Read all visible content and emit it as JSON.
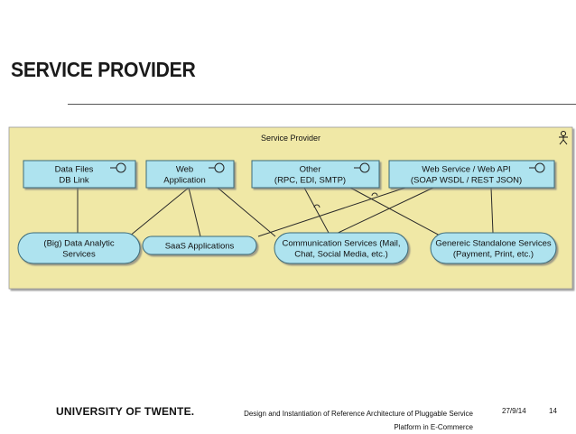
{
  "slide": {
    "title": "SERVICE PROVIDER"
  },
  "diagram": {
    "frame_title": "Service Provider",
    "colors": {
      "frame_fill": "#f0e8a6",
      "node_fill": "#aee3ef",
      "node_stroke": "#3a6a78",
      "line": "#2a2a2a"
    },
    "interfaces": [
      {
        "id": "datafiles",
        "lines": [
          "Data Files",
          "DB Link"
        ]
      },
      {
        "id": "webapp",
        "lines": [
          "Web",
          "Application"
        ]
      },
      {
        "id": "other",
        "lines": [
          "Other",
          "(RPC, EDI, SMTP)"
        ]
      },
      {
        "id": "webservice",
        "lines": [
          "Web Service / Web API",
          "(SOAP WSDL / REST JSON)"
        ]
      }
    ],
    "services": [
      {
        "id": "bigdata",
        "lines": [
          "(Big) Data Analytic",
          "Services"
        ]
      },
      {
        "id": "saas",
        "lines": [
          "SaaS Applications"
        ]
      },
      {
        "id": "comm",
        "lines": [
          "Communication Services (Mail,",
          "Chat, Social Media, etc.)"
        ]
      },
      {
        "id": "generic",
        "lines": [
          "Genereic Standalone Services",
          "(Payment, Print, etc.)"
        ]
      }
    ]
  },
  "footer": {
    "university": "UNIVERSITY OF TWENTE.",
    "description": "Design and Instantiation of Reference Architecture of Pluggable Service Platform in E-Commerce",
    "date": "27/9/14",
    "page": "14"
  }
}
